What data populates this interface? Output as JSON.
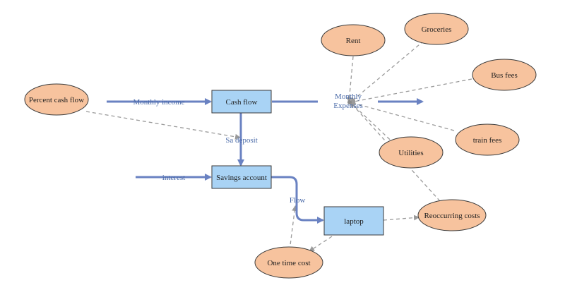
{
  "stocks": {
    "cash_flow": "Cash flow",
    "savings_account": "Savings account",
    "laptop": "laptop"
  },
  "variables": {
    "percent_cash_flow": "Percent cash flow",
    "rent": "Rent",
    "groceries": "Groceries",
    "bus_fees": "Bus fees",
    "train_fees": "train fees",
    "utilities": "Utilities",
    "reoccurring_costs": "Reoccurring costs",
    "one_time_cost": "One time cost"
  },
  "flows": {
    "monthly_income": "Monthly income",
    "monthly_expenses_line1": "Monthly",
    "monthly_expenses_line2": "Expenses",
    "sa_deposit": "Sa deposit",
    "interest": "interest",
    "flow": "Flow"
  },
  "colors": {
    "stock_fill": "#a9d3f5",
    "stock_stroke": "#3a3a3a",
    "variable_fill": "#f7c39e",
    "variable_stroke": "#3a3a3a",
    "flow_pipe": "#6a82c2",
    "connector": "#9a9a9a",
    "flow_label": "#4a6aa8"
  }
}
